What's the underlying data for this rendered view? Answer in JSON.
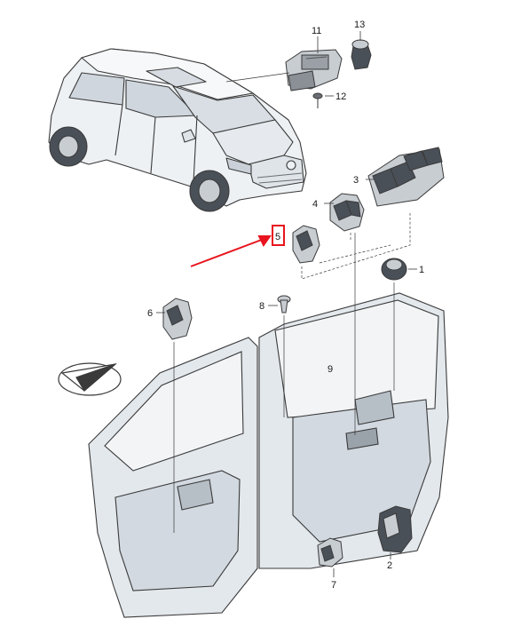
{
  "diagram": {
    "labels": [
      "1",
      "2",
      "3",
      "4",
      "5",
      "6",
      "7",
      "8",
      "9",
      "11",
      "12",
      "13"
    ],
    "highlight_label": "5",
    "colors": {
      "line": "#3a3a3a",
      "car_fill": "#e8ecf0",
      "door_fill": "#dde3e9",
      "part_dark": "#4a5058",
      "part_light": "#c8cdd2",
      "highlight": "#e8141e"
    },
    "icons": [
      "car-icon",
      "door-panel-icon",
      "window-switch-icon",
      "arrow-icon",
      "compass-icon"
    ]
  }
}
